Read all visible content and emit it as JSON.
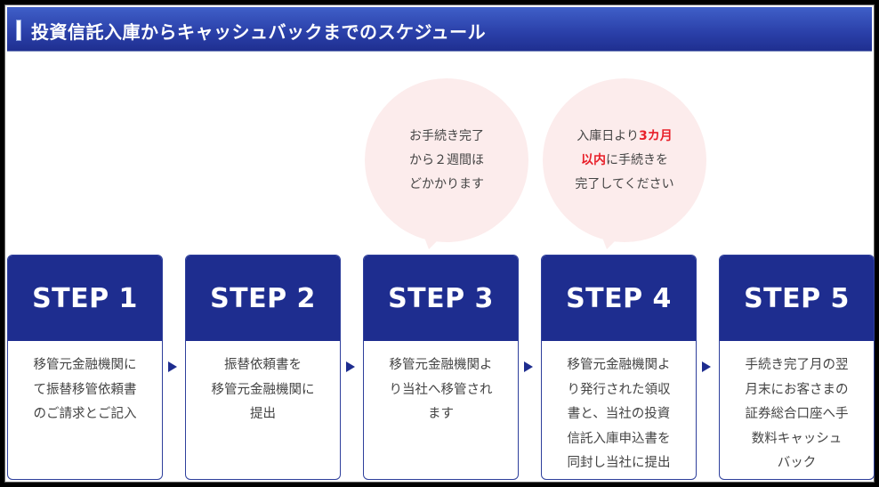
{
  "title": "投資信託入庫からキャッシュバックまでのスケジュール",
  "bubbles": [
    {
      "text": "お手続き完了\nから２週間ほ\nどかかります"
    },
    {
      "pre": "入庫日より",
      "highlight1": "3カ月",
      "highlight2": "以内",
      "post1": "に手続きを",
      "post2": "完了してください"
    }
  ],
  "steps": [
    {
      "label": "STEP 1",
      "text": "移管元金融機関に\nて振替移管依頼書\nのご請求とご記入"
    },
    {
      "label": "STEP 2",
      "text": "振替依頼書を\n移管元金融機関に\n提出"
    },
    {
      "label": "STEP 3",
      "text": "移管元金融機関よ\nり当社へ移管され\nます"
    },
    {
      "label": "STEP 4",
      "text": "移管元金融機関よ\nり発行された領収\n書と、当社の投資\n信託入庫申込書を\n同封し当社に提出"
    },
    {
      "label": "STEP 5",
      "text": "手続き完了月の翌\n月末にお客さまの\n証券総合口座へ手\n数料キャッシュ\nバック"
    }
  ],
  "colors": {
    "accent": "#1e2d8f",
    "highlight": "#e8202a",
    "bubble": "#fcecec"
  }
}
